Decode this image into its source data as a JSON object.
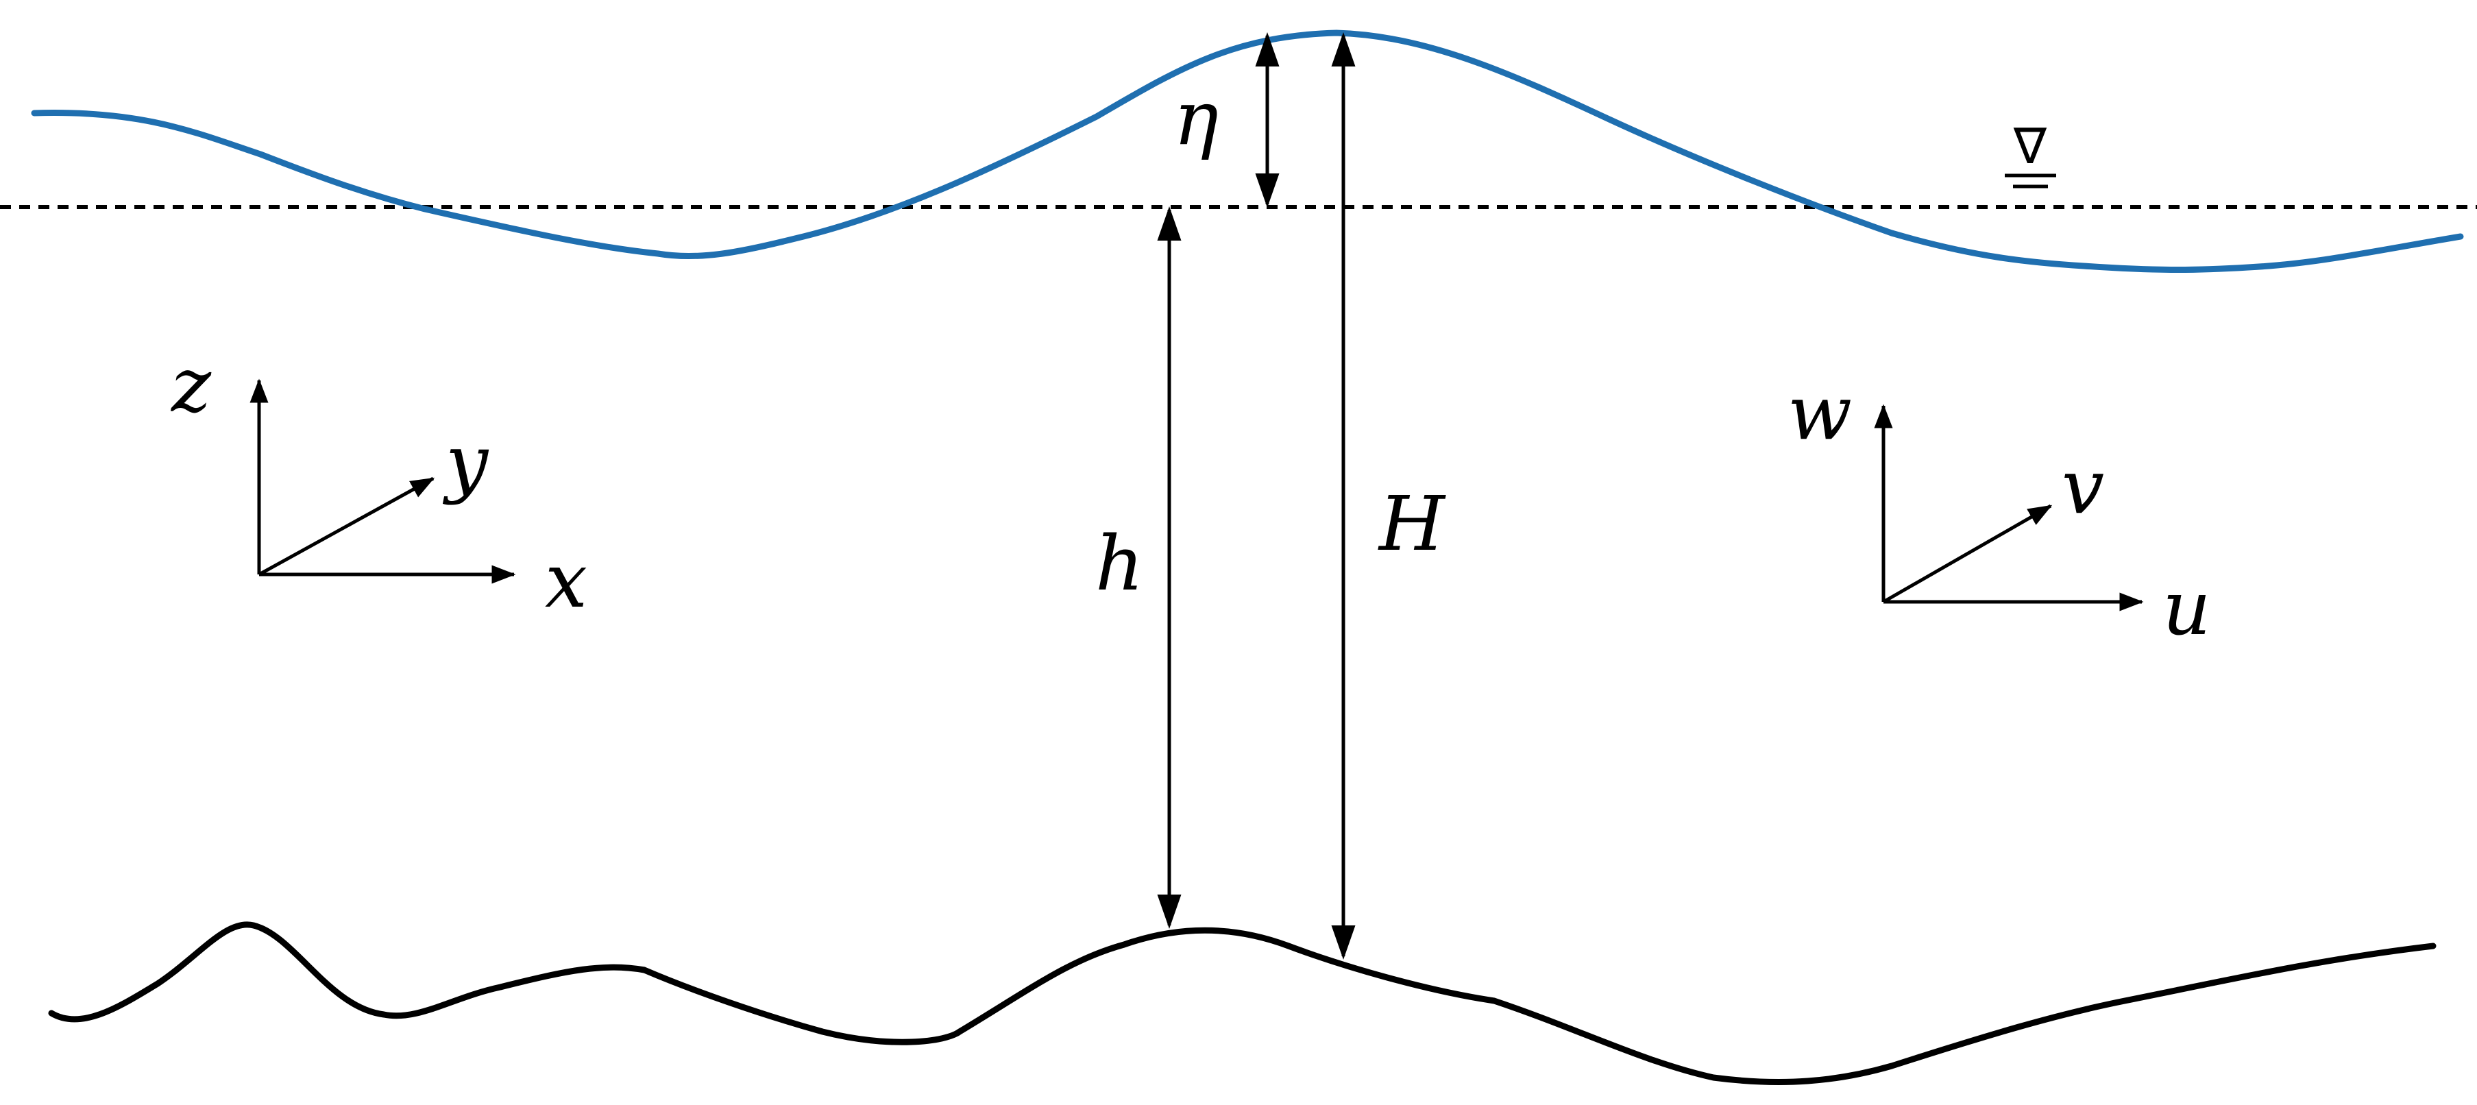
{
  "labels": {
    "eta": "η",
    "h": "h",
    "H": "H",
    "x": "x",
    "y": "y",
    "z": "z",
    "u": "u",
    "v": "v",
    "w": "w"
  },
  "symbols": {
    "still_water_level": "∇"
  },
  "colors": {
    "water_surface": "#1f6fb0",
    "seabed": "#000000",
    "still_water_line": "#000000",
    "annotation": "#000000"
  }
}
